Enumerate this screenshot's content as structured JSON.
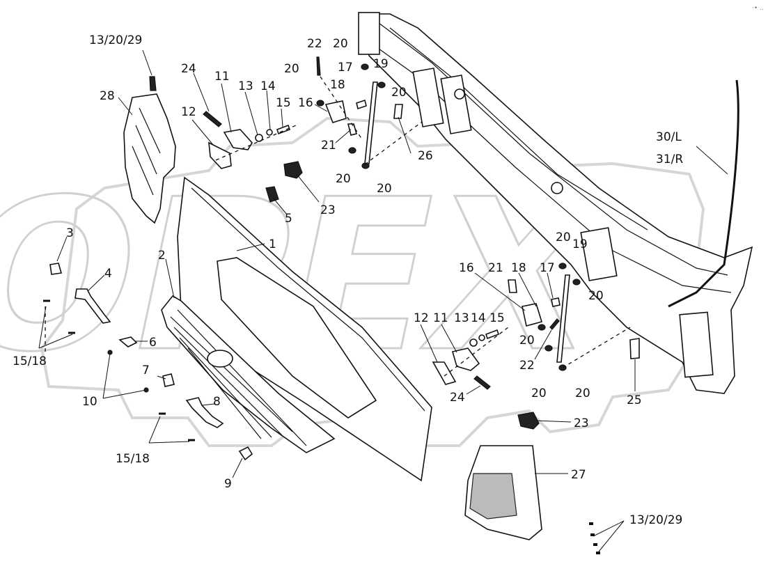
{
  "watermark_text": "OPEX",
  "corner_mark": "·• ..",
  "callouts": [
    {
      "id": "c-13-20-29-top",
      "text": "13/20/29"
    },
    {
      "id": "c-28",
      "text": "28"
    },
    {
      "id": "c-24-top",
      "text": "24"
    },
    {
      "id": "c-11-top",
      "text": "11"
    },
    {
      "id": "c-13-top",
      "text": "13"
    },
    {
      "id": "c-14-top",
      "text": "14"
    },
    {
      "id": "c-15-top",
      "text": "15"
    },
    {
      "id": "c-12-top",
      "text": "12"
    },
    {
      "id": "c-22-top",
      "text": "22"
    },
    {
      "id": "c-20-a",
      "text": "20"
    },
    {
      "id": "c-20-b",
      "text": "20"
    },
    {
      "id": "c-17-top",
      "text": "17"
    },
    {
      "id": "c-19-top",
      "text": "19"
    },
    {
      "id": "c-18-top",
      "text": "18"
    },
    {
      "id": "c-20-c",
      "text": "20"
    },
    {
      "id": "c-16-top",
      "text": "16"
    },
    {
      "id": "c-21-top",
      "text": "21"
    },
    {
      "id": "c-26",
      "text": "26"
    },
    {
      "id": "c-20-d",
      "text": "20"
    },
    {
      "id": "c-20-e",
      "text": "20"
    },
    {
      "id": "c-23-top",
      "text": "23"
    },
    {
      "id": "c-5",
      "text": "5"
    },
    {
      "id": "c-1",
      "text": "1"
    },
    {
      "id": "c-2",
      "text": "2"
    },
    {
      "id": "c-3",
      "text": "3"
    },
    {
      "id": "c-4",
      "text": "4"
    },
    {
      "id": "c-6",
      "text": "6"
    },
    {
      "id": "c-15-18-left",
      "text": "15/18"
    },
    {
      "id": "c-7",
      "text": "7"
    },
    {
      "id": "c-10",
      "text": "10"
    },
    {
      "id": "c-8",
      "text": "8"
    },
    {
      "id": "c-15-18-bottom",
      "text": "15/18"
    },
    {
      "id": "c-9",
      "text": "9"
    },
    {
      "id": "c-30-l",
      "text": "30/L"
    },
    {
      "id": "c-31-r",
      "text": "31/R"
    },
    {
      "id": "c-20-f",
      "text": "20"
    },
    {
      "id": "c-19-right",
      "text": "19"
    },
    {
      "id": "c-16-right",
      "text": "16"
    },
    {
      "id": "c-21-right",
      "text": "21"
    },
    {
      "id": "c-18-right",
      "text": "18"
    },
    {
      "id": "c-17-right",
      "text": "17"
    },
    {
      "id": "c-20-g",
      "text": "20"
    },
    {
      "id": "c-12-right",
      "text": "12"
    },
    {
      "id": "c-11-right",
      "text": "11"
    },
    {
      "id": "c-13-right",
      "text": "13"
    },
    {
      "id": "c-14-right",
      "text": "14"
    },
    {
      "id": "c-15-right",
      "text": "15"
    },
    {
      "id": "c-20-h",
      "text": "20"
    },
    {
      "id": "c-22-right",
      "text": "22"
    },
    {
      "id": "c-24-right",
      "text": "24"
    },
    {
      "id": "c-20-i",
      "text": "20"
    },
    {
      "id": "c-20-j",
      "text": "20"
    },
    {
      "id": "c-25",
      "text": "25"
    },
    {
      "id": "c-23-right",
      "text": "23"
    },
    {
      "id": "c-27",
      "text": "27"
    },
    {
      "id": "c-13-20-29-bottom",
      "text": "13/20/29"
    }
  ]
}
